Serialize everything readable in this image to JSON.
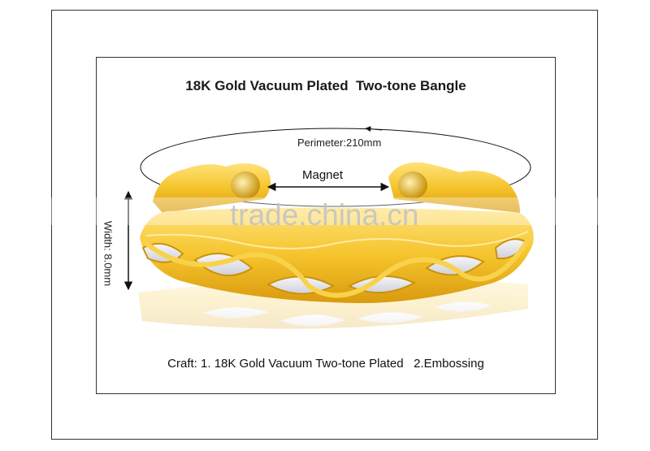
{
  "title": "18K Gold Vacuum Plated  Two-tone Bangle",
  "perimeter_label": "Perimeter:210mm",
  "magnet_label": "Magnet",
  "width_label": "Width: 8.0mm",
  "watermark": "trade.china.cn",
  "craft_label": "Craft: 1. 18K Gold Vacuum Two-tone Plated   2.Embossing",
  "colors": {
    "gold": "#f2c12e",
    "gold_light": "#ffe27a",
    "gold_dark": "#d99a0f",
    "silver": "#e8e9ee",
    "line": "#111111"
  }
}
